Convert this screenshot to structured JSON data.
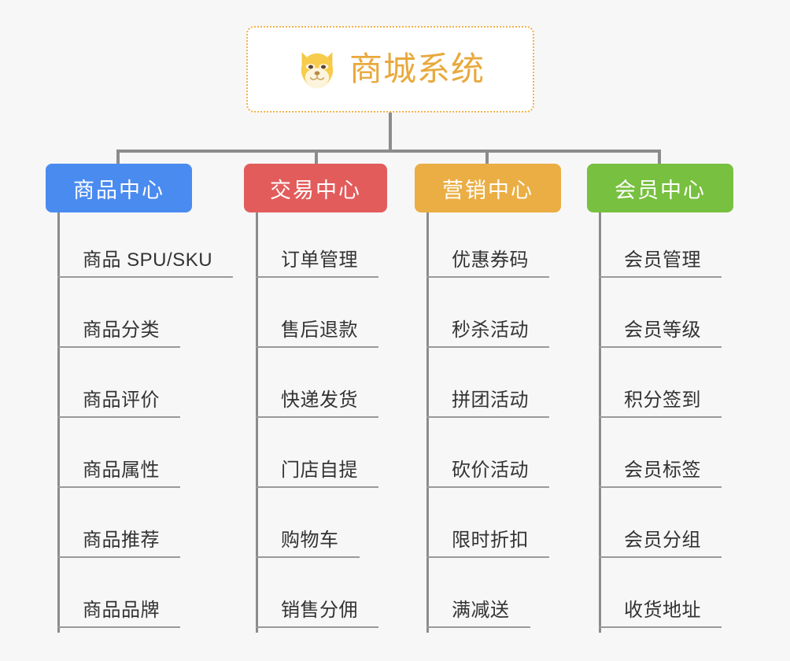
{
  "page": {
    "background_color": "#f7f7f7",
    "type": "mindmap"
  },
  "root": {
    "title": "商城系统",
    "icon": "shiba-dog-face-icon",
    "text_color": "#e8a93c",
    "border_color": "#f0b24a",
    "background_color": "#ffffff"
  },
  "branches": [
    {
      "label": "商品中心",
      "color": "#4a8bf0",
      "items": [
        {
          "label": "商品 SPU/SKU"
        },
        {
          "label": "商品分类"
        },
        {
          "label": "商品评价"
        },
        {
          "label": "商品属性"
        },
        {
          "label": "商品推荐"
        },
        {
          "label": "商品品牌"
        }
      ]
    },
    {
      "label": "交易中心",
      "color": "#e35c5c",
      "items": [
        {
          "label": "订单管理"
        },
        {
          "label": "售后退款"
        },
        {
          "label": "快递发货"
        },
        {
          "label": "门店自提"
        },
        {
          "label": "购物车"
        },
        {
          "label": "销售分佣"
        }
      ]
    },
    {
      "label": "营销中心",
      "color": "#eaae44",
      "items": [
        {
          "label": "优惠券码"
        },
        {
          "label": "秒杀活动"
        },
        {
          "label": "拼团活动"
        },
        {
          "label": "砍价活动"
        },
        {
          "label": "限时折扣"
        },
        {
          "label": "满减送"
        }
      ]
    },
    {
      "label": "会员中心",
      "color": "#78c040",
      "items": [
        {
          "label": "会员管理"
        },
        {
          "label": "会员等级"
        },
        {
          "label": "积分签到"
        },
        {
          "label": "会员标签"
        },
        {
          "label": "会员分组"
        },
        {
          "label": "收货地址"
        }
      ]
    }
  ],
  "connector": {
    "color": "#8c8c8c"
  }
}
